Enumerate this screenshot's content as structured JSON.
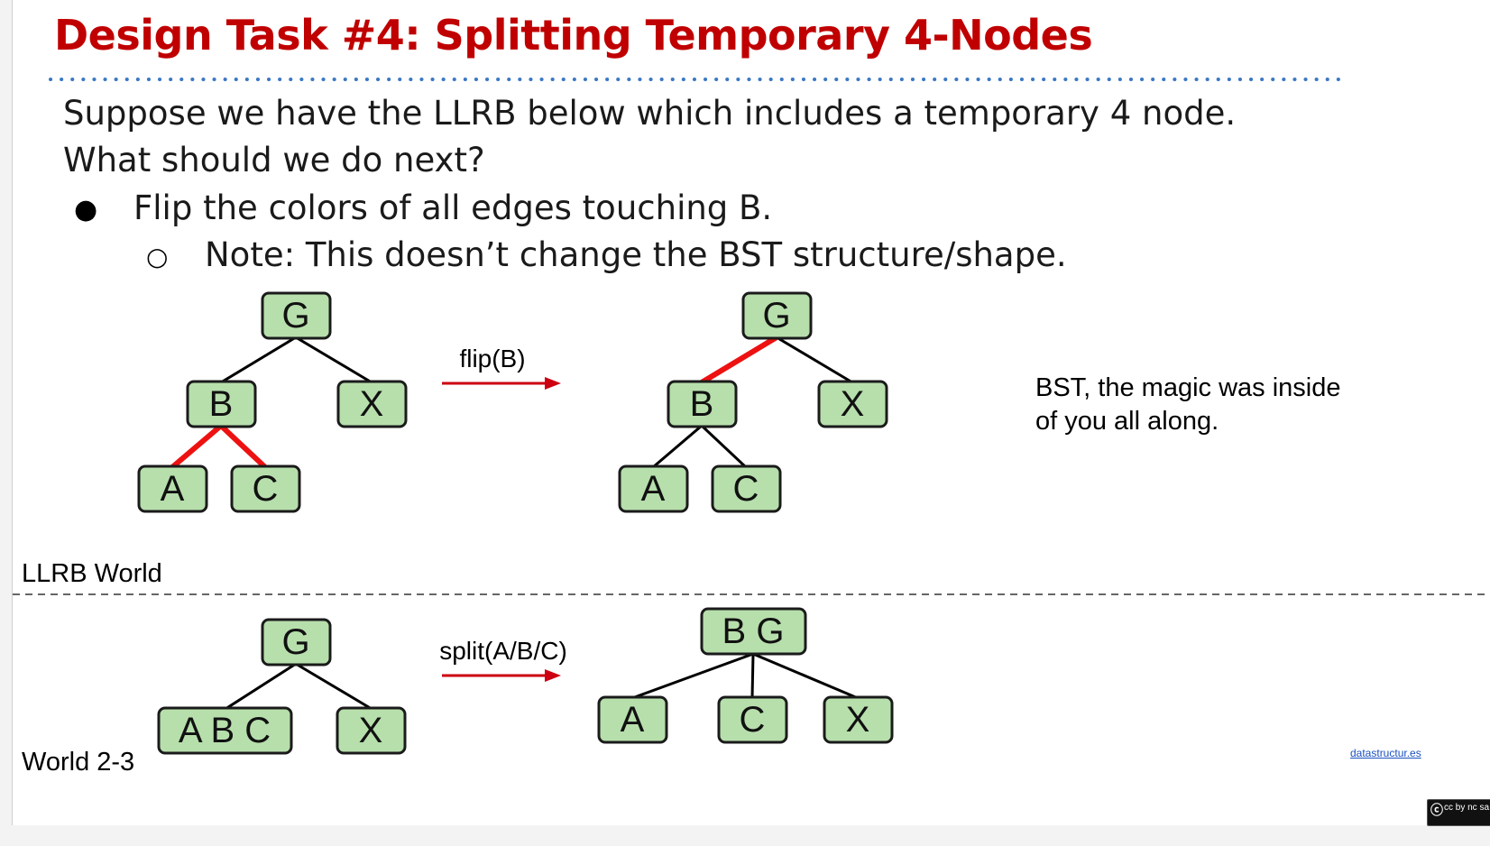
{
  "slide": {
    "title": "Design Task #4: Splitting Temporary 4-Nodes",
    "intro_line1": "Suppose we have the LLRB below which includes a temporary 4 node.",
    "intro_line2": "What should we do next?",
    "bullet1": "Flip the colors of all edges touching B.",
    "bullet2": "Note: This doesn’t change the BST structure/shape.",
    "bullet1_marker": "●",
    "bullet2_marker": "○"
  },
  "llrb": {
    "section_label": "LLRB World",
    "before_nodes": {
      "g": "G",
      "b": "B",
      "x": "X",
      "a": "A",
      "c": "C"
    },
    "after_nodes": {
      "g": "G",
      "b": "B",
      "x": "X",
      "a": "A",
      "c": "C"
    },
    "operation_label": "flip(B)",
    "annotation_line1": "BST, the magic was inside",
    "annotation_line2": "of you all along."
  },
  "world23": {
    "section_label": "World 2-3",
    "before_nodes": {
      "g": "G",
      "abc": "A B C",
      "x": "X"
    },
    "after_nodes": {
      "bg": "B G",
      "a": "A",
      "c": "C",
      "x": "X"
    },
    "operation_label": "split(A/B/C)"
  },
  "colors": {
    "title": "#c00000",
    "node_fill": "#b7dfac",
    "red_edge": "#ee1111",
    "arrow": "#cc0011"
  },
  "footer": {
    "link_text": "datastructur.es",
    "license_badge": "cc by nc sa"
  }
}
